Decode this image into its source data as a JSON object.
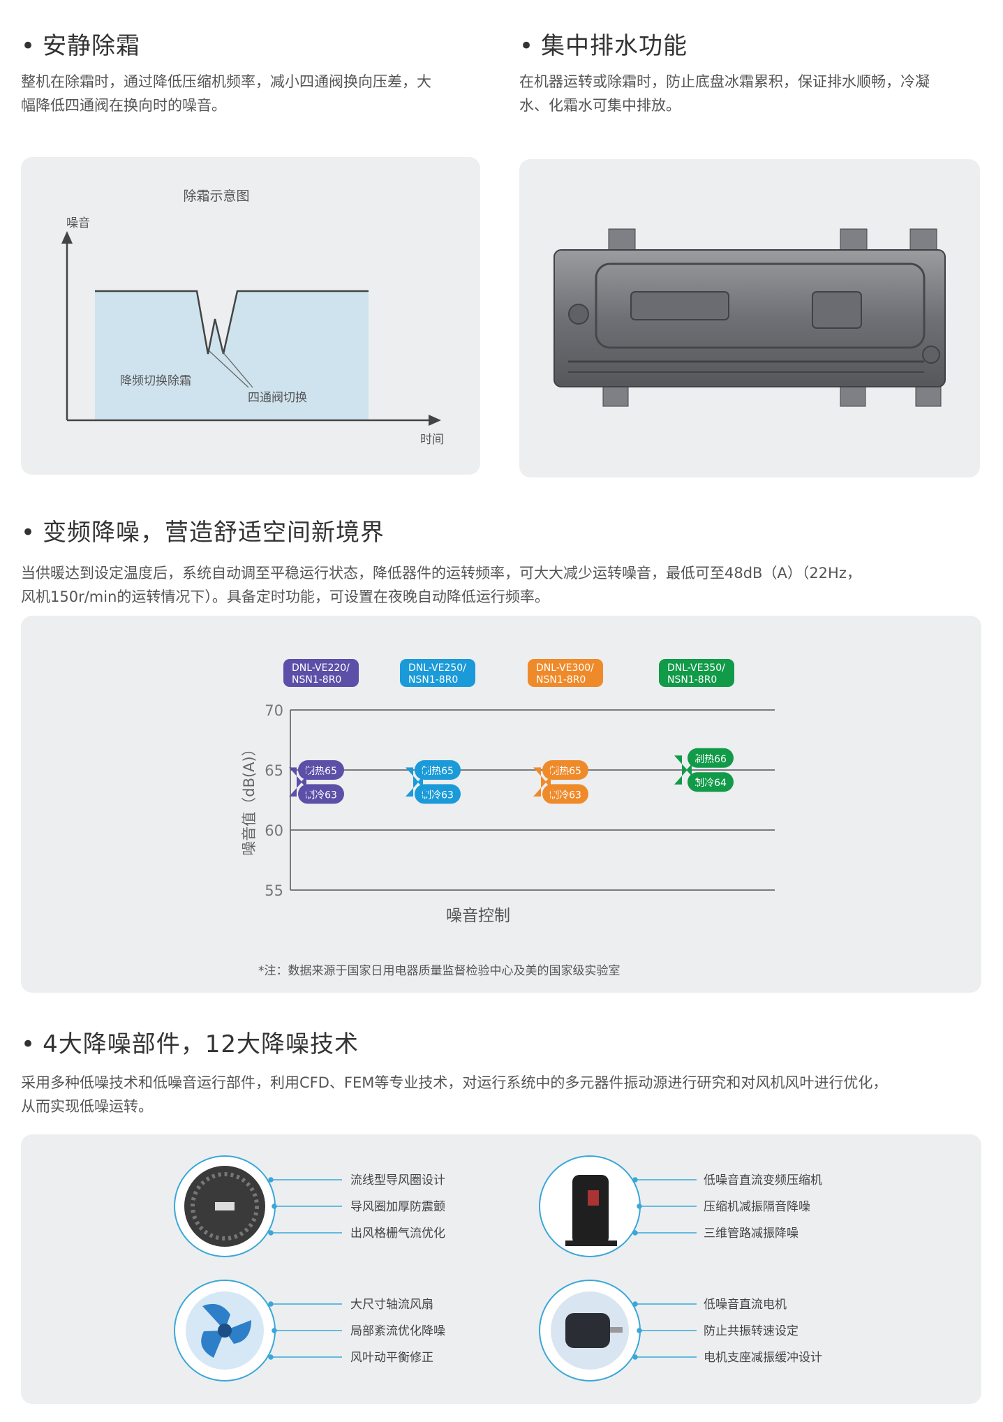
{
  "section1": {
    "title": "安静除霜",
    "text_line1": "整机在除霜时，通过降低压缩机频率，减小四通阀换向压差，大",
    "text_line2": "幅降低四通阀在换向时的噪音。",
    "diagram": {
      "title": "除霜示意图",
      "y_axis": "噪音",
      "x_axis": "时间",
      "label_a": "降频切换除霜",
      "label_b": "四通阀切换"
    }
  },
  "section2": {
    "title": "集中排水功能",
    "text_line1": "在机器运转或除霜时，防止底盘冰霜累积，保证排水顺畅，冷凝",
    "text_line2": "水、化霜水可集中排放。"
  },
  "section3": {
    "title": "变频降噪，营造舒适空间新境界",
    "text_line1": "当供暖达到设定温度后，系统自动调至平稳运行状态，降低器件的运转频率，可大大减少运转噪音，最低可至48dB（A）（22Hz，",
    "text_line2": "风机150r/min的运转情况下）。具备定时功能，可设置在夜晚自动降低运行频率。",
    "note": "*注：数据来源于国家日用电器质量监督检验中心及美的国家级实验室"
  },
  "chart_data": {
    "type": "range",
    "xlabel": "噪音控制",
    "ylabel": "噪音值（dB(A)）",
    "ylim": [
      55,
      70
    ],
    "yticks": [
      "70",
      "65",
      "60",
      "55"
    ],
    "models": [
      {
        "line1": "DNL-VE220/",
        "line2": "NSN1-8R0",
        "color": "#5b4fa8",
        "heat_label": "制热65",
        "cool_label": "制冷63",
        "heat": 65,
        "cool": 63
      },
      {
        "line1": "DNL-VE250/",
        "line2": "NSN1-8R0",
        "color": "#1a9ad9",
        "heat_label": "制热65",
        "cool_label": "制冷63",
        "heat": 65,
        "cool": 63
      },
      {
        "line1": "DNL-VE300/",
        "line2": "NSN1-8R0",
        "color": "#ef8a2a",
        "heat_label": "制热65",
        "cool_label": "制冷63",
        "heat": 65,
        "cool": 63
      },
      {
        "line1": "DNL-VE350/",
        "line2": "NSN1-8R0",
        "color": "#119a48",
        "heat_label": "制热66",
        "cool_label": "制冷64",
        "heat": 66,
        "cool": 64
      }
    ]
  },
  "section4": {
    "title": "4大降噪部件，12大降噪技术",
    "text_line1": "采用多种低噪技术和低噪音运行部件，利用CFD、FEM等专业技术，对运行系统中的多元器件振动源进行研究和对风机风叶进行优化，",
    "text_line2": "从而实现低噪运转。",
    "components": [
      {
        "features": [
          "流线型导风圈设计",
          "导风圈加厚防震颤",
          "出风格栅气流优化"
        ]
      },
      {
        "features": [
          "低噪音直流变频压缩机",
          "压缩机减振隔音降噪",
          "三维管路减振降噪"
        ]
      },
      {
        "features": [
          "大尺寸轴流风扇",
          "局部紊流优化降噪",
          "风叶动平衡修正"
        ]
      },
      {
        "features": [
          "低噪音直流电机",
          "防止共振转速设定",
          "电机支座减振缓冲设计"
        ]
      }
    ]
  },
  "colors": {
    "panel": "#eceef0",
    "accent_blue": "#3aa7d8",
    "curve_fill": "#cfe3ee"
  }
}
